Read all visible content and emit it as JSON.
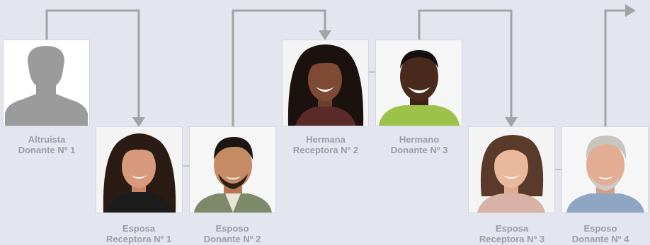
{
  "colors": {
    "background": "#e3e6ef",
    "connector": "#a3a3a3",
    "caption": "#9a9da3",
    "photo_frame": "#ffffff"
  },
  "people": [
    {
      "id": "altruist",
      "icon": "anonymous-silhouette",
      "role": "Altruista",
      "label": "Donante Nº 1"
    },
    {
      "id": "wife-1",
      "icon": "woman-portrait",
      "role": "Esposa",
      "label": "Receptora Nº 1"
    },
    {
      "id": "husband-2",
      "icon": "man-portrait",
      "role": "Esposo",
      "label": "Donante Nº 2"
    },
    {
      "id": "sister-2",
      "icon": "woman-portrait",
      "role": "Hermana",
      "label": "Receptora Nº 2"
    },
    {
      "id": "brother-3",
      "icon": "man-portrait",
      "role": "Hermano",
      "label": "Donante Nº 3"
    },
    {
      "id": "wife-3",
      "icon": "woman-portrait",
      "role": "Esposa",
      "label": "Receptora Nº 3"
    },
    {
      "id": "husband-4",
      "icon": "man-portrait",
      "role": "Esposo",
      "label": "Donante Nº 4"
    }
  ],
  "chain_links": [
    {
      "from": "altruist",
      "to": "wife-1"
    },
    {
      "from": "husband-2",
      "to": "sister-2"
    },
    {
      "from": "brother-3",
      "to": "wife-3"
    },
    {
      "from": "husband-4",
      "to": "next"
    }
  ],
  "pair_links": [
    {
      "a": "wife-1",
      "b": "husband-2"
    },
    {
      "a": "sister-2",
      "b": "brother-3"
    },
    {
      "a": "wife-3",
      "b": "husband-4"
    }
  ]
}
